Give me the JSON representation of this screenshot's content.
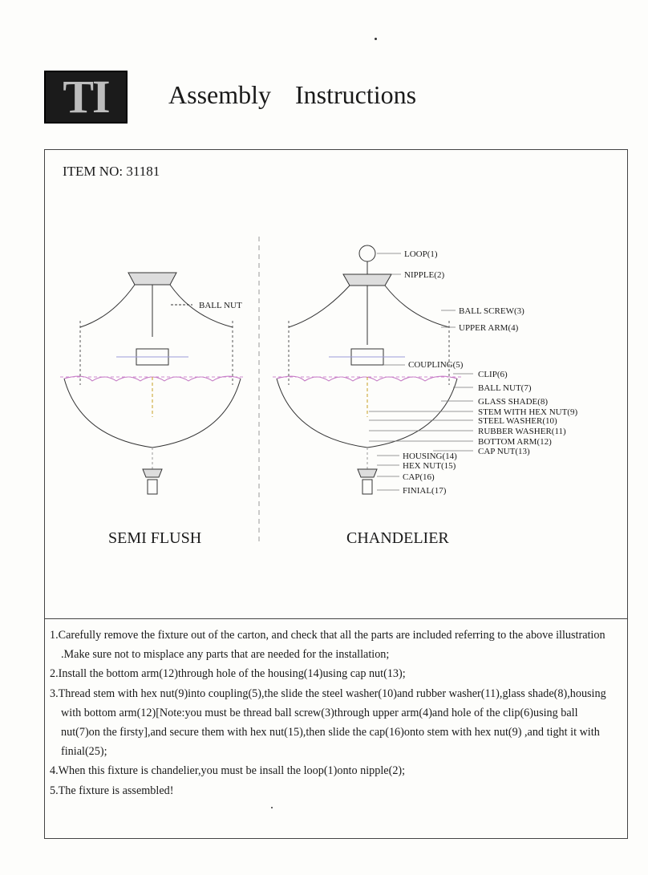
{
  "header": {
    "logo_text": "TI",
    "title_word1": "Assembly",
    "title_word2": "Instructions"
  },
  "item": {
    "label": "ITEM NO: 31181"
  },
  "diagram": {
    "semi_label": "BALL NUT",
    "semi_caption": "SEMI FLUSH",
    "chandelier_caption": "CHANDELIER",
    "parts": [
      "LOOP(1)",
      "NIPPLE(2)",
      "BALL SCREW(3)",
      "UPPER ARM(4)",
      "COUPLING(5)",
      "CLIP(6)",
      "BALL NUT(7)",
      "GLASS SHADE(8)",
      "STEM WITH HEX NUT(9)",
      "STEEL WASHER(10)",
      "RUBBER WASHER(11)",
      "BOTTOM ARM(12)",
      "CAP NUT(13)",
      "HOUSING(14)",
      "HEX NUT(15)",
      "CAP(16)",
      "FINIAL(17)"
    ]
  },
  "instructions": {
    "steps": [
      "1.Carefully remove the fixture out of the carton, and check that all the parts are included referring to the above illustration .Make sure not to misplace any parts that are needed for the installation;",
      "2.Install the bottom arm(12)through hole of the housing(14)using cap nut(13);",
      "3.Thread stem with hex nut(9)into coupling(5),the slide the steel washer(10)and rubber washer(11),glass shade(8),housing with bottom arm(12)[Note:you must be thread ball screw(3)through upper arm(4)and hole of the clip(6)using ball nut(7)on the firsty],and secure them with hex nut(15),then slide the cap(16)onto stem with hex nut(9) ,and tight it with finial(25);",
      "4.When this fixture is chandelier,you must be insall the loop(1)onto nipple(2);",
      "5.The fixture is assembled!"
    ]
  }
}
